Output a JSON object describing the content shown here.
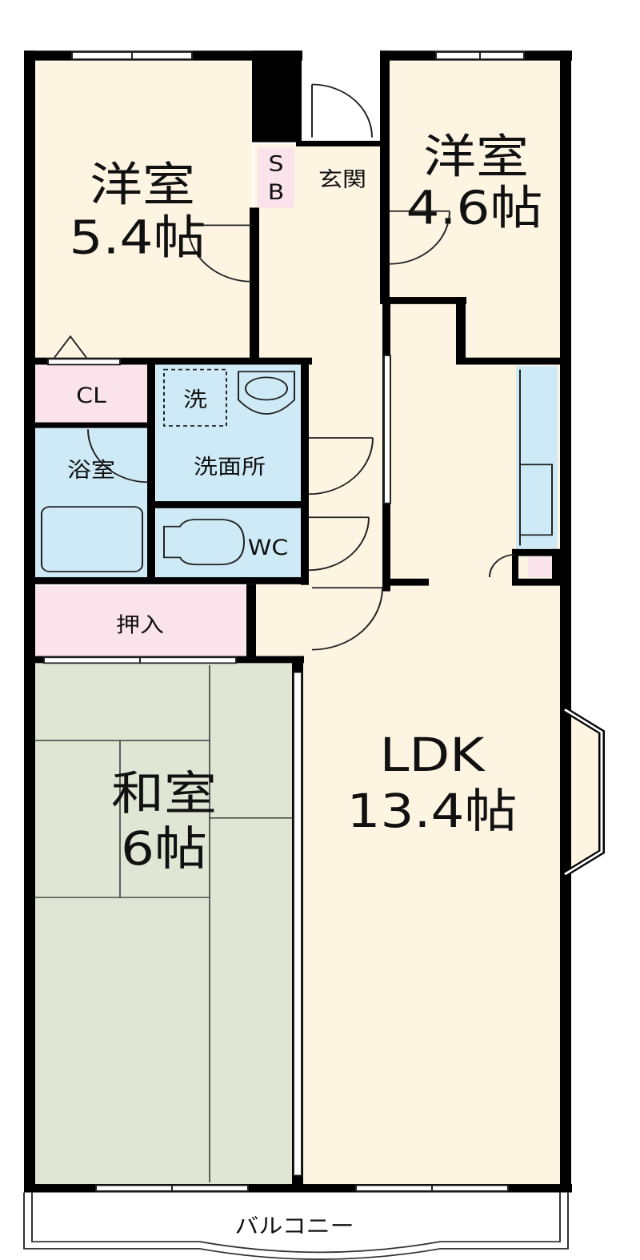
{
  "floorplan": {
    "rooms": {
      "western_left": {
        "name": "洋室",
        "size": "5.4帖"
      },
      "western_right": {
        "name": "洋室",
        "size": "4.6帖"
      },
      "shoe_box": {
        "line1": "S",
        "line2": "B"
      },
      "entrance": {
        "name": "玄関"
      },
      "closet": {
        "name": "CL"
      },
      "washer": {
        "name": "洗"
      },
      "bath": {
        "name": "浴室"
      },
      "washroom": {
        "name": "洗面所"
      },
      "toilet": {
        "name": "WC"
      },
      "oshiire": {
        "name": "押入"
      },
      "japanese": {
        "name": "和室",
        "size": "6帖"
      },
      "ldk": {
        "name": "LDK",
        "size": "13.4帖"
      },
      "balcony": {
        "name": "バルコニー"
      }
    },
    "colors": {
      "western": "#fdf4e2",
      "wet_area": "#cfeaf7",
      "storage": "#fbe3ec",
      "tatami": "#dfe6d3",
      "wall": "#000000"
    }
  }
}
